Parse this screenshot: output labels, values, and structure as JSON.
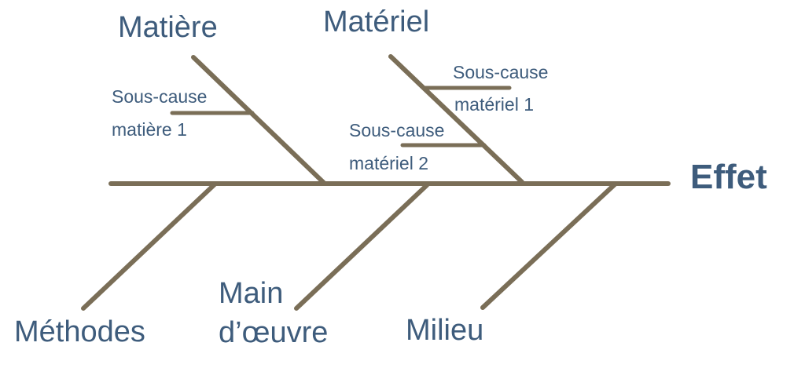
{
  "diagram": {
    "type": "fishbone-ishikawa",
    "effect_label": "Effet",
    "colors": {
      "line": "#7A6E57",
      "text": "#3E5C7C"
    },
    "branches": {
      "top": [
        {
          "label": "Matière",
          "subcauses": [
            {
              "line1": "Sous-cause",
              "line2": "matière 1"
            }
          ]
        },
        {
          "label": "Matériel",
          "subcauses": [
            {
              "line1": "Sous-cause",
              "line2": "matériel 1"
            },
            {
              "line1": "Sous-cause",
              "line2": "matériel 2"
            }
          ]
        }
      ],
      "bottom": [
        {
          "label": "Méthodes"
        },
        {
          "label_line1": "Main",
          "label_line2": "d’œuvre"
        },
        {
          "label": "Milieu"
        }
      ]
    }
  }
}
